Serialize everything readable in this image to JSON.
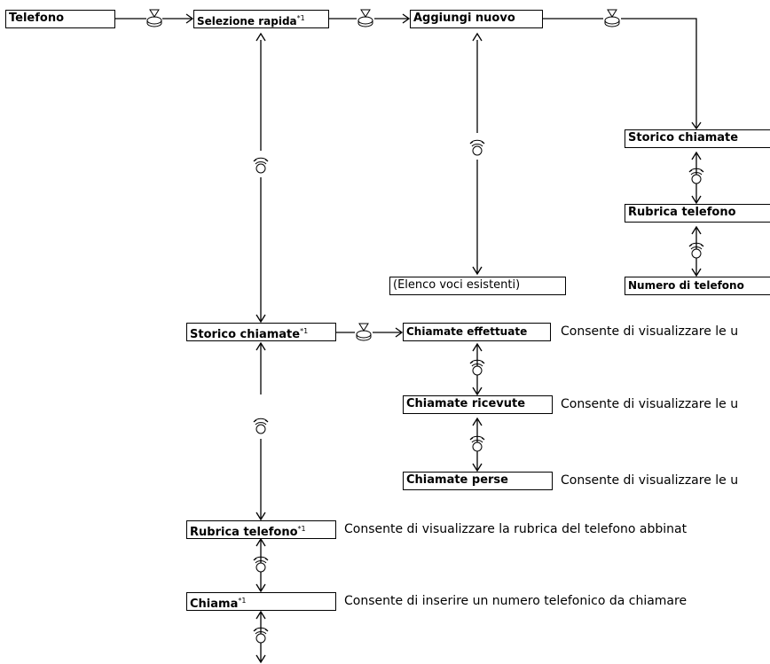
{
  "nodes": {
    "telefono": "Telefono",
    "selezione_rapida": "Selezione rapida",
    "aggiungi_nuovo": "Aggiungi nuovo",
    "storico_chiamate_right": "Storico chiamate",
    "rubrica_telefono_right": "Rubrica telefono",
    "numero_di_telefono": "Numero di telefono",
    "elenco_voci_esistenti": "(Elenco voci esistenti)",
    "storico_chiamate": "Storico chiamate",
    "chiamate_effettuate": "Chiamate effettuate",
    "chiamate_ricevute": "Chiamate ricevute",
    "chiamate_perse": "Chiamate perse",
    "rubrica_telefono": "Rubrica telefono",
    "chiama": "Chiama"
  },
  "footnote_mark": "*1",
  "descriptions": {
    "chiamate_effettuate": "Consente di visualizzare le u",
    "chiamate_ricevute": "Consente di visualizzare le u",
    "chiamate_perse": "Consente di visualizzare le u",
    "rubrica_telefono": "Consente di visualizzare la rubrica del telefono abbinat",
    "chiama": "Consente di inserire un numero telefonico da chiamare"
  },
  "icons": {
    "press": "press-knob-icon",
    "rotate": "rotate-knob-icon"
  }
}
